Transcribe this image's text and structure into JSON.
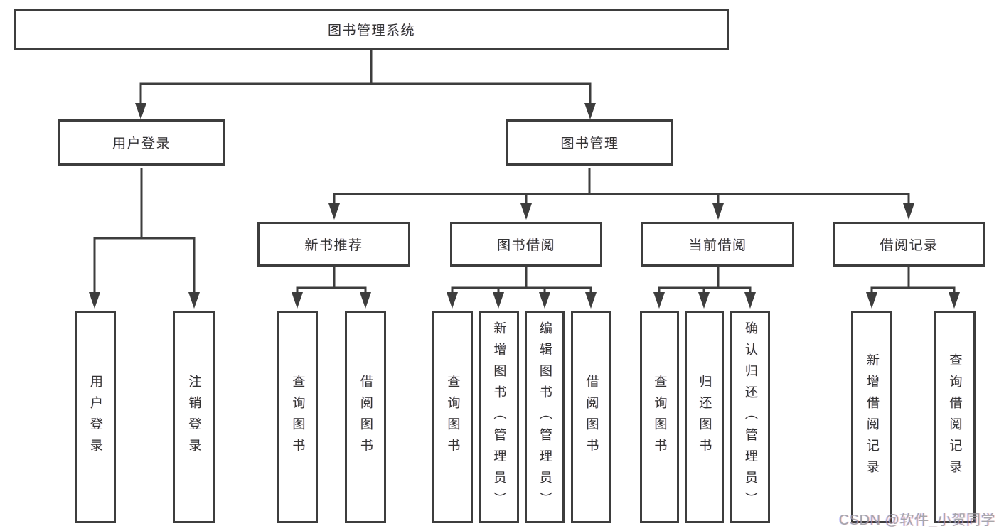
{
  "diagram": {
    "root": "图书管理系统",
    "branches": [
      {
        "label": "用户登录",
        "children": [
          "用户登录",
          "注销登录"
        ]
      },
      {
        "label": "图书管理",
        "children": [
          {
            "label": "新书推荐",
            "children": [
              "查询图书",
              "借阅图书"
            ]
          },
          {
            "label": "图书借阅",
            "children": [
              "查询图书",
              "新增图书（管理员）",
              "编辑图书（管理员）",
              "借阅图书"
            ]
          },
          {
            "label": "当前借阅",
            "children": [
              "查询图书",
              "归还图书",
              "确认归还（管理员）"
            ]
          },
          {
            "label": "借阅记录",
            "children": [
              "新增借阅记录",
              "查询借阅记录"
            ]
          }
        ]
      }
    ]
  },
  "watermark": {
    "text": "CSDN @软件_小贺同学"
  },
  "colors": {
    "line": "#3d3d3d",
    "text": "#333333",
    "background": "#ffffff",
    "watermark": "#9a9aa0"
  }
}
